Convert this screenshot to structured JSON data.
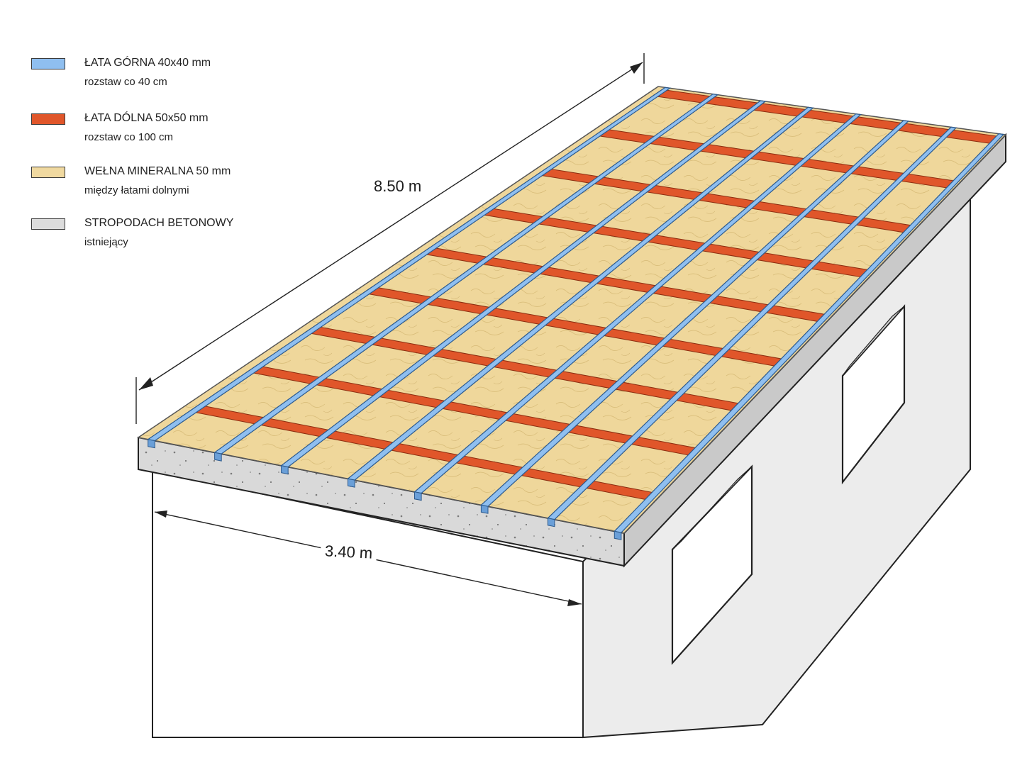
{
  "legend": {
    "items": [
      {
        "title": "ŁATA GÓRNA 40x40 mm",
        "subtitle": "rozstaw co 40 cm",
        "color": "#8fbff0",
        "swatch_icon": "blue-batten-swatch"
      },
      {
        "title": "ŁATA DÓLNA 50x50 mm",
        "subtitle": "rozstaw co 100 cm",
        "color": "#e0562a",
        "swatch_icon": "orange-batten-swatch"
      },
      {
        "title": "WEŁNA MINERALNA 50 mm",
        "subtitle": "między łatami dolnymi",
        "color": "#f0d9a0",
        "swatch_icon": "wool-swatch"
      },
      {
        "title": "STROPODACH BETONOWY",
        "subtitle": "istniejący",
        "color": "#dcdcdc",
        "swatch_icon": "concrete-swatch"
      }
    ]
  },
  "dimensions": {
    "length_label": "8.50 m",
    "width_label": "3.40 m"
  },
  "colors": {
    "top_batten": "#8fbff0",
    "bottom_batten": "#e0562a",
    "wool": "#efd79b",
    "concrete": "#d6d6d6",
    "wall": "#efefef"
  }
}
